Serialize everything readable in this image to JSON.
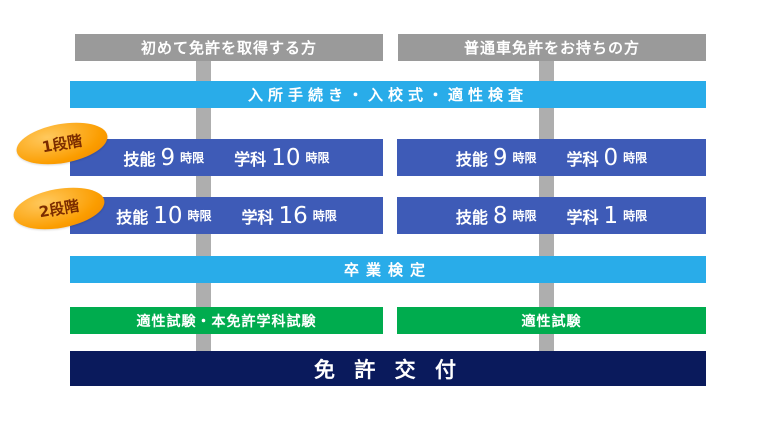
{
  "headers": {
    "left": "初めて免許を取得する方",
    "right": "普通車免許をお持ちの方"
  },
  "admission": {
    "label": "入所手続き・入校式・適性検査"
  },
  "stages": [
    {
      "badge": "1段階",
      "cells": {
        "left": {
          "skill_label": "技能",
          "skill_value": "9",
          "skill_unit": "時限",
          "academic_label": "学科",
          "academic_value": "10",
          "academic_unit": "時限"
        },
        "right": {
          "skill_label": "技能",
          "skill_value": "9",
          "skill_unit": "時限",
          "academic_label": "学科",
          "academic_value": "0",
          "academic_unit": "時限"
        }
      }
    },
    {
      "badge": "2段階",
      "cells": {
        "left": {
          "skill_label": "技能",
          "skill_value": "10",
          "skill_unit": "時限",
          "academic_label": "学科",
          "academic_value": "16",
          "academic_unit": "時限"
        },
        "right": {
          "skill_label": "技能",
          "skill_value": "8",
          "skill_unit": "時限",
          "academic_label": "学科",
          "academic_value": "1",
          "academic_unit": "時限"
        }
      }
    }
  ],
  "graduation": {
    "label": "卒業検定"
  },
  "exams": {
    "left": "適性試験・本免許学科試験",
    "right": "適性試験"
  },
  "license": {
    "label": "免 許 交 付"
  },
  "colors": {
    "header_gray": "#9a9a9a",
    "cyan": "#29ace9",
    "stage_blue": "#3e5bb7",
    "exam_green": "#00ac4e",
    "license_navy": "#0a1a5c",
    "badge_orange": "#fb9d00",
    "badge_text": "#7b2c00",
    "connector_gray": "#aeaeae"
  }
}
